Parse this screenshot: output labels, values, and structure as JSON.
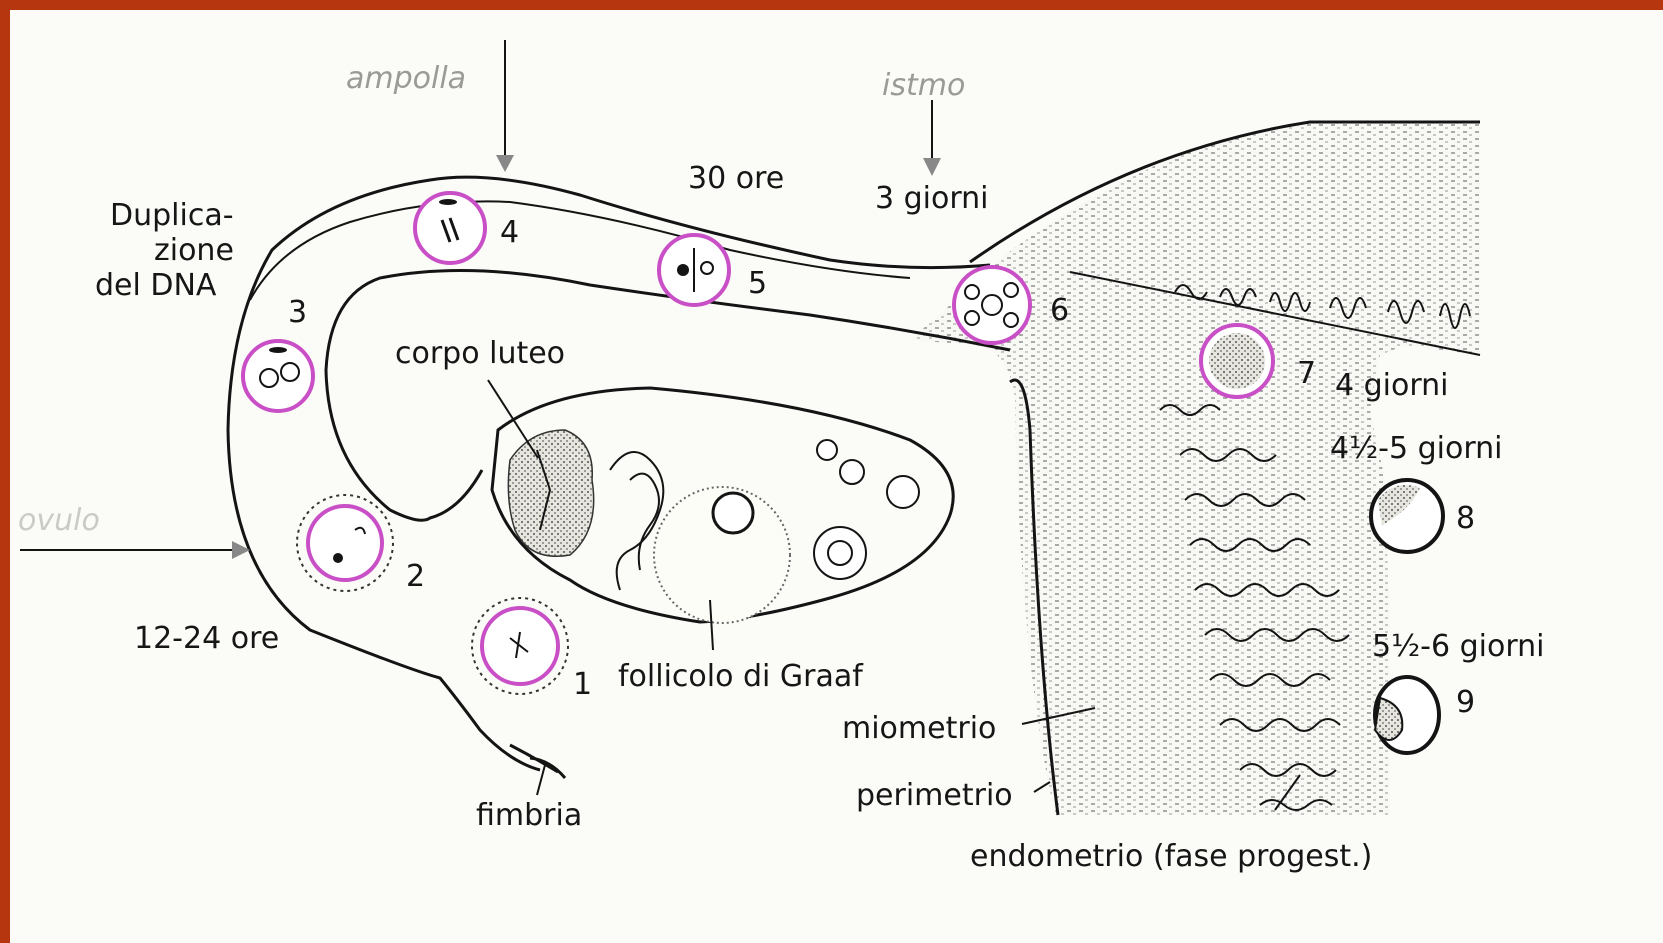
{
  "labels": {
    "duplication": [
      "Duplica-",
      "zione",
      "del DNA"
    ],
    "ampulla": "ampolla",
    "isthmus": "istmo",
    "ovulation": "ovulo",
    "time_12_24": "12-24 ore",
    "time_30": "30 ore",
    "time_3d": "3 giorni",
    "time_4d": "4 giorni",
    "time_45": "4½-5 giorni",
    "time_55": "5½-6 giorni",
    "corpus_luteum": "corpo luteo",
    "graaf": "follicolo di Graaf",
    "fimbria": "fimbria",
    "myometrium": "miometrio",
    "perimetrium": "perimetrio",
    "endometrium": "endometrio (fase progest.)"
  },
  "stages": [
    "1",
    "2",
    "3",
    "4",
    "5",
    "6",
    "7",
    "8",
    "9"
  ],
  "colors": {
    "frame": "#b5360f",
    "stage_ring": "#c94fc6",
    "ink": "#141414"
  }
}
